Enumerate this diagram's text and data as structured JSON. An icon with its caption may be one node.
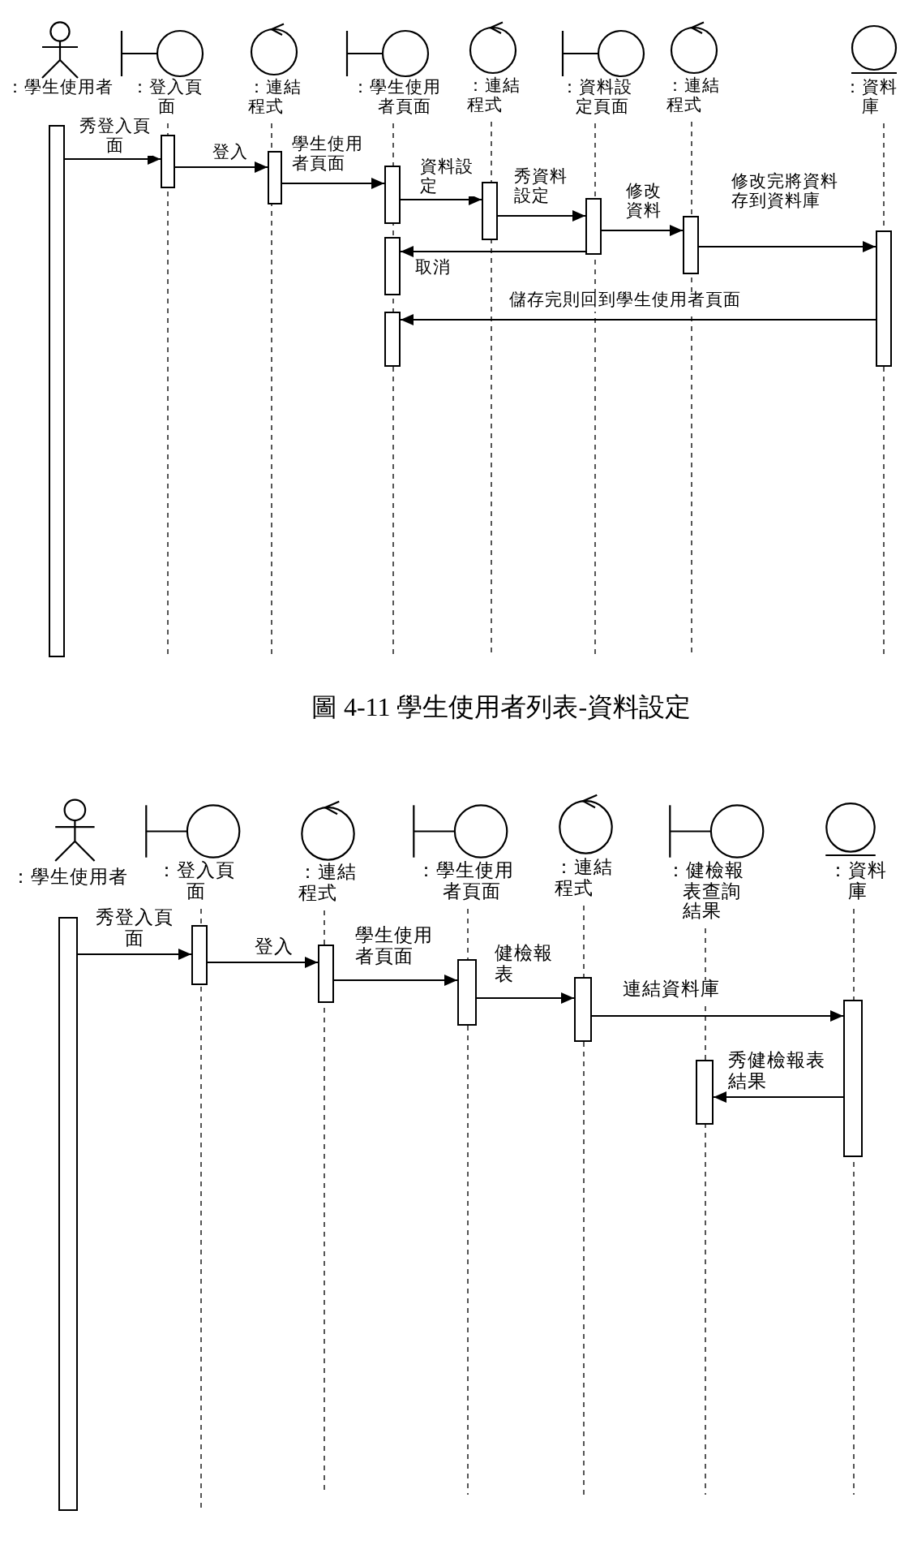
{
  "diagram": {
    "caption": "圖 4-11 學生使用者列表-資料設定",
    "nodes": [
      {
        "text": [
          "：學生使用者"
        ]
      },
      {
        "text": [
          "：登入頁面"
        ]
      },
      {
        "text": [
          "：連結程式"
        ]
      },
      {
        "text": [
          "：學生使用者頁面"
        ]
      },
      {
        "text": [
          "：連結程式"
        ]
      },
      {
        "text": [
          "：資料設定頁面"
        ]
      },
      {
        "text": [
          "：連結程式"
        ]
      },
      {
        "text": [
          "：資料庫"
        ]
      },
      {
        "text": [],
        "shape": "bar"
      },
      {
        "text": [],
        "shape": "bar"
      },
      {
        "text": [],
        "shape": "bar"
      },
      {
        "text": [],
        "shape": "bar"
      },
      {
        "text": [],
        "shape": "bar"
      },
      {
        "text": [],
        "shape": "bar"
      },
      {
        "text": [],
        "shape": "bar"
      },
      {
        "text": [],
        "shape": "bar"
      },
      {
        "text": [],
        "shape": "bar"
      },
      {
        "text": [],
        "shape": "bar"
      },
      {
        "text": [
          "：學生使用者"
        ]
      },
      {
        "text": [
          "：登入頁面"
        ]
      },
      {
        "text": [
          "：連結程式"
        ]
      },
      {
        "text": [
          "：學生使用者頁面"
        ]
      },
      {
        "text": [
          "：連結程式"
        ]
      },
      {
        "text": [
          "：健檢報表查詢結果"
        ]
      },
      {
        "text": [
          "：資料庫"
        ]
      },
      {
        "text": [],
        "shape": "bar"
      },
      {
        "text": [],
        "shape": "bar"
      },
      {
        "text": [],
        "shape": "bar"
      },
      {
        "text": [],
        "shape": "bar"
      },
      {
        "text": [],
        "shape": "bar"
      },
      {
        "text": [],
        "shape": "bar"
      },
      {
        "text": [],
        "shape": "bar"
      }
    ],
    "edges": [
      {
        "from": 8,
        "to": 9,
        "arrow": "to",
        "label": "秀登入頁面"
      },
      {
        "from": 9,
        "to": 10,
        "arrow": "to",
        "label": "登入"
      },
      {
        "from": 10,
        "to": 11,
        "arrow": "to",
        "label": "學生使用者頁面"
      },
      {
        "from": 11,
        "to": 12,
        "arrow": "to",
        "label": "資料設定"
      },
      {
        "from": 12,
        "to": 13,
        "arrow": "to",
        "label": "秀資料設定"
      },
      {
        "from": 13,
        "to": 14,
        "arrow": "to",
        "label": "修改資料"
      },
      {
        "from": 14,
        "to": 15,
        "arrow": "to",
        "label": "修改完將資料存到資料庫"
      },
      {
        "from": 13,
        "to": 16,
        "arrow": "to",
        "label": "取消"
      },
      {
        "from": 15,
        "to": 17,
        "arrow": "to",
        "label": "儲存完則回到學生使用者頁面"
      },
      {
        "from": 25,
        "to": 26,
        "arrow": "to",
        "label": "秀登入頁面"
      },
      {
        "from": 26,
        "to": 27,
        "arrow": "to",
        "label": "登入"
      },
      {
        "from": 27,
        "to": 28,
        "arrow": "to",
        "label": "學生使用者頁面"
      },
      {
        "from": 28,
        "to": 29,
        "arrow": "to",
        "label": "健檢報表"
      },
      {
        "from": 29,
        "to": 30,
        "arrow": "to",
        "label": "連結資料庫"
      },
      {
        "from": 30,
        "to": 31,
        "arrow": "to",
        "label": "秀健檢報表結果"
      }
    ]
  }
}
